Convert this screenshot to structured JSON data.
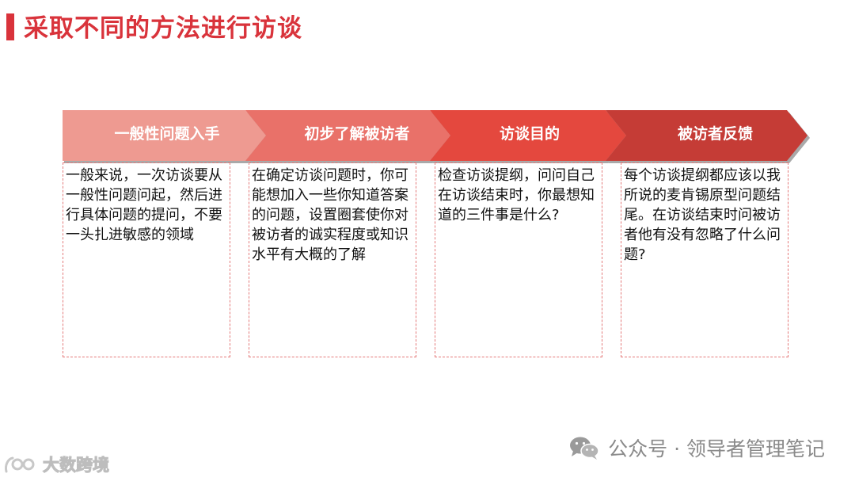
{
  "title": "采取不同的方法进行访谈",
  "steps": [
    {
      "label": "一般性问题入手",
      "color": "#ee9a91",
      "text": "一般来说，一次访谈要从一般性问题问起，然后进行具体问题的提问，不要一头扎进敏感的领域"
    },
    {
      "label": "初步了解被访者",
      "color": "#e97169",
      "text": "在确定访谈问题时，你可能想加入一些你知道答案的问题，设置圈套使你对被访者的诚实程度或知识水平有大概的了解"
    },
    {
      "label": "访谈目的",
      "color": "#e4483e",
      "text": "检查访谈提纲，问问自己在访谈结束时，你最想知道的三件事是什么?"
    },
    {
      "label": "被访者反馈",
      "color": "#c53c36",
      "text": "每个访谈提纲都应该以我所说的麦肯锡原型问题结尾。在访谈结束时问被访者他有没有忽略了什么问题?"
    }
  ],
  "watermark": {
    "icon": "wechat-icon",
    "text": "公众号 · 领导者管理笔记"
  },
  "brand": {
    "icon": "brand-logo",
    "text": "大数跨境"
  },
  "colors": {
    "accent": "#d9333b",
    "chevron_shadow": "#a9a9a9",
    "box_border": "#e47a7a"
  }
}
